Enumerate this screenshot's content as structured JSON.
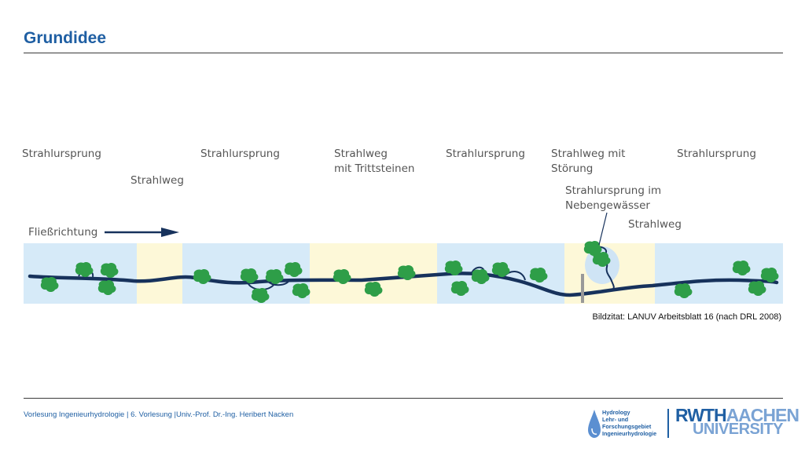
{
  "title": "Grundidee",
  "diagram": {
    "labels": {
      "origin_1": "Strahlursprung",
      "path_1": "Strahlweg",
      "origin_2": "Strahlursprung",
      "path_stepping_l1": "Strahlweg",
      "path_stepping_l2": "mit Trittsteinen",
      "origin_3": "Strahlursprung",
      "path_disturbed_l1": "Strahlweg mit",
      "path_disturbed_l2": "Störung",
      "origin_4": "Strahlursprung",
      "tributary_l1": "Strahlursprung im",
      "tributary_l2": "Nebengewässer",
      "path_2": "Strahlweg",
      "flow": "Fließrichtung"
    },
    "colors": {
      "origin_band": "#d6eaf8",
      "path_band": "#fdf8d8",
      "river": "#17325c",
      "vegetation": "#2e9e48",
      "barrier": "#999999"
    }
  },
  "caption": "Bildzitat: LANUV Arbeitsblatt 16 (nach DRL 2008)",
  "footer": {
    "text": "Vorlesung Ingenieurhydrologie | 6. Vorlesung |Univ.-Prof. Dr.-Ing. Heribert Nacken",
    "logo_hydro": {
      "line1": "Hydrology",
      "line2": "Lehr- und",
      "line3": "Forschungsgebiet",
      "line4": "Ingenieurhydrologie"
    },
    "logo_rwth": {
      "part1": "RWTH",
      "part2": "AACHEN",
      "part3": "UNIVERSITY"
    }
  }
}
